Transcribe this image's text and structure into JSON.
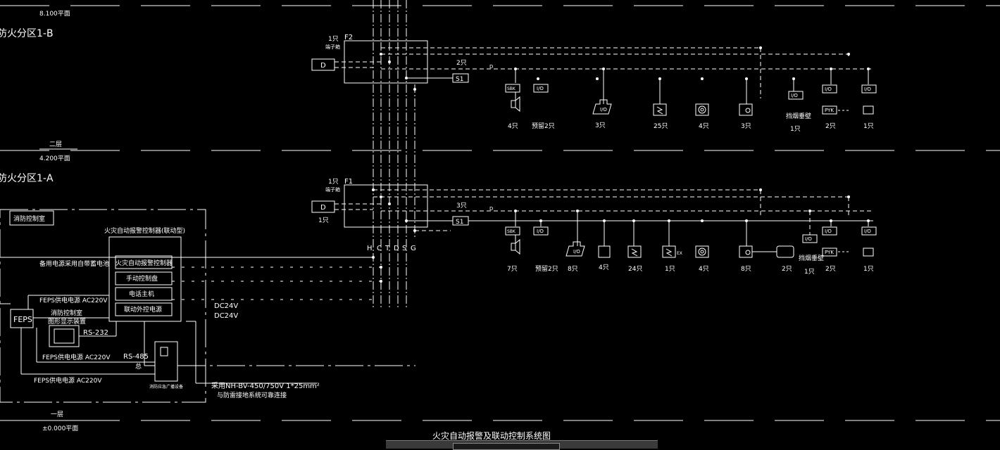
{
  "levels": [
    {
      "name": "二层",
      "elevation": "4.200平面"
    },
    {
      "name": "一层",
      "elevation": "±0.000平面"
    },
    {
      "name": "",
      "elevation": "8.100平面"
    }
  ],
  "zones": {
    "b": "防火分区1-B",
    "a": "防火分区1-A"
  },
  "control_room": {
    "title": "消防控制室",
    "panel_title": "火灾自动报警控制器(联动型)",
    "modules": [
      "火灾自动报警控制器",
      "手动控制盘",
      "电话主机",
      "联动外控电源"
    ],
    "backup_note": "备用电源采用自带蓄电池",
    "feps": "FEPS",
    "feps_supply": "FEPS供电电源 AC220V",
    "display_label": [
      "消防控制室",
      "图形显示装置"
    ],
    "rs232": "RS-232",
    "rs485": "RS-485",
    "rs485_sub": "总",
    "broadcast": "消防应急广播设备"
  },
  "dc_labels": [
    "DC24V",
    "DC24V"
  ],
  "ground_note": [
    "采用NH-BV-450/750V 1*25mm²",
    "与防雷接地系统可靠连接"
  ],
  "bus_letters": [
    "H",
    "C",
    "T",
    "D",
    "S",
    "G"
  ],
  "floor_b": {
    "terminal_count": "1只",
    "terminal": "端子箱",
    "box": "F2",
    "d": "D",
    "s1": "S1",
    "s_count": "2只",
    "device_counts": [
      "4只",
      "预留2只",
      "3只",
      "25只",
      "4只",
      "3只",
      "1只",
      "2只",
      "1只"
    ],
    "door_label": "挡烟垂壁"
  },
  "floor_a": {
    "terminal_count": "1只",
    "terminal": "端子箱",
    "box": "F1",
    "d": "D",
    "d_count": "1只",
    "s1": "S1",
    "s_count": "3只",
    "device_counts": [
      "7只",
      "预留2只",
      "8只",
      "4只",
      "24只",
      "1只",
      "4只",
      "8只",
      "2只",
      "1只",
      "2只",
      "1只"
    ],
    "door_label": "挡烟垂壁"
  },
  "io_label": "I/O",
  "pyk_label": "PYK",
  "sbk_label": "SBK",
  "ex_label": "EX",
  "caption": "火灾自动报警及联动控制系统图"
}
